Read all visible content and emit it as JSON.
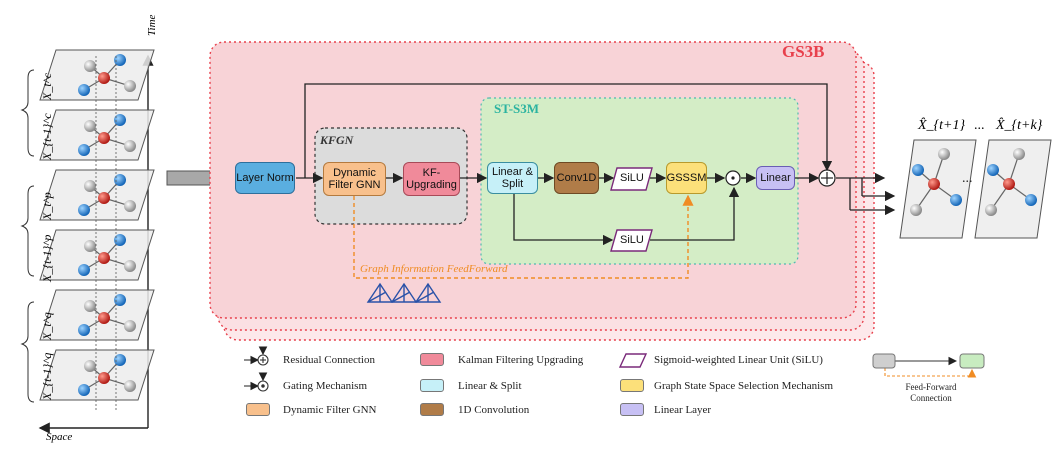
{
  "title": "GS3B",
  "kfgn": {
    "title": "KFGN",
    "dynamic_filter_gnn": "Dynamic Filter GNN",
    "kf_upgrading": "KF-Upgrading"
  },
  "st_s3m": {
    "title": "ST-S3M",
    "linear_split": "Linear & Split",
    "conv1d": "Conv1D",
    "silu": "SiLU",
    "gsssm": "GSSSM",
    "linear": "Linear"
  },
  "layer_norm": "Layer Norm",
  "graph_feedforward": "Graph Information FeedForward",
  "axes": {
    "time": "Time",
    "space": "Space"
  },
  "inputs": [
    "X_t^c",
    "X_{t-1}^c",
    "X_t^p",
    "X_{t-1}^p",
    "X_t^q",
    "X_{t-1}^q"
  ],
  "outputs": [
    "X̂_{t+1}",
    "...",
    "X̂_{t+k}"
  ],
  "legend": {
    "residual": "Residual Connection",
    "gating": "Gating Mechanism",
    "dynamic_filter": "Dynamic Filter GNN",
    "kalman": "Kalman Filtering Upgrading",
    "linear_split": "Linear & Split",
    "conv1d": "1D Convolution",
    "silu": "Sigmoid-weighted Linear Unit (SiLU)",
    "selection": "Graph State Space Selection Mechanism",
    "linear_layer": "Linear Layer",
    "feedforward": "Feed-Forward Connection"
  },
  "colors": {
    "gs3b_border": "#e8404c",
    "gs3b_fill": "#f8d3d7",
    "kfgn_fill": "#dcdcdc",
    "st_fill": "#d4edc6",
    "st_title": "#2bb3a0",
    "layer_norm": "#5aaee0",
    "dynamic_filter": "#f8c08c",
    "kf_upgrading": "#f08a9a",
    "linear_split": "#c6f0f8",
    "conv1d": "#b07c48",
    "gsssm": "#fce07a",
    "linear": "#c7c0f4",
    "feedforward": "#f08c24"
  }
}
